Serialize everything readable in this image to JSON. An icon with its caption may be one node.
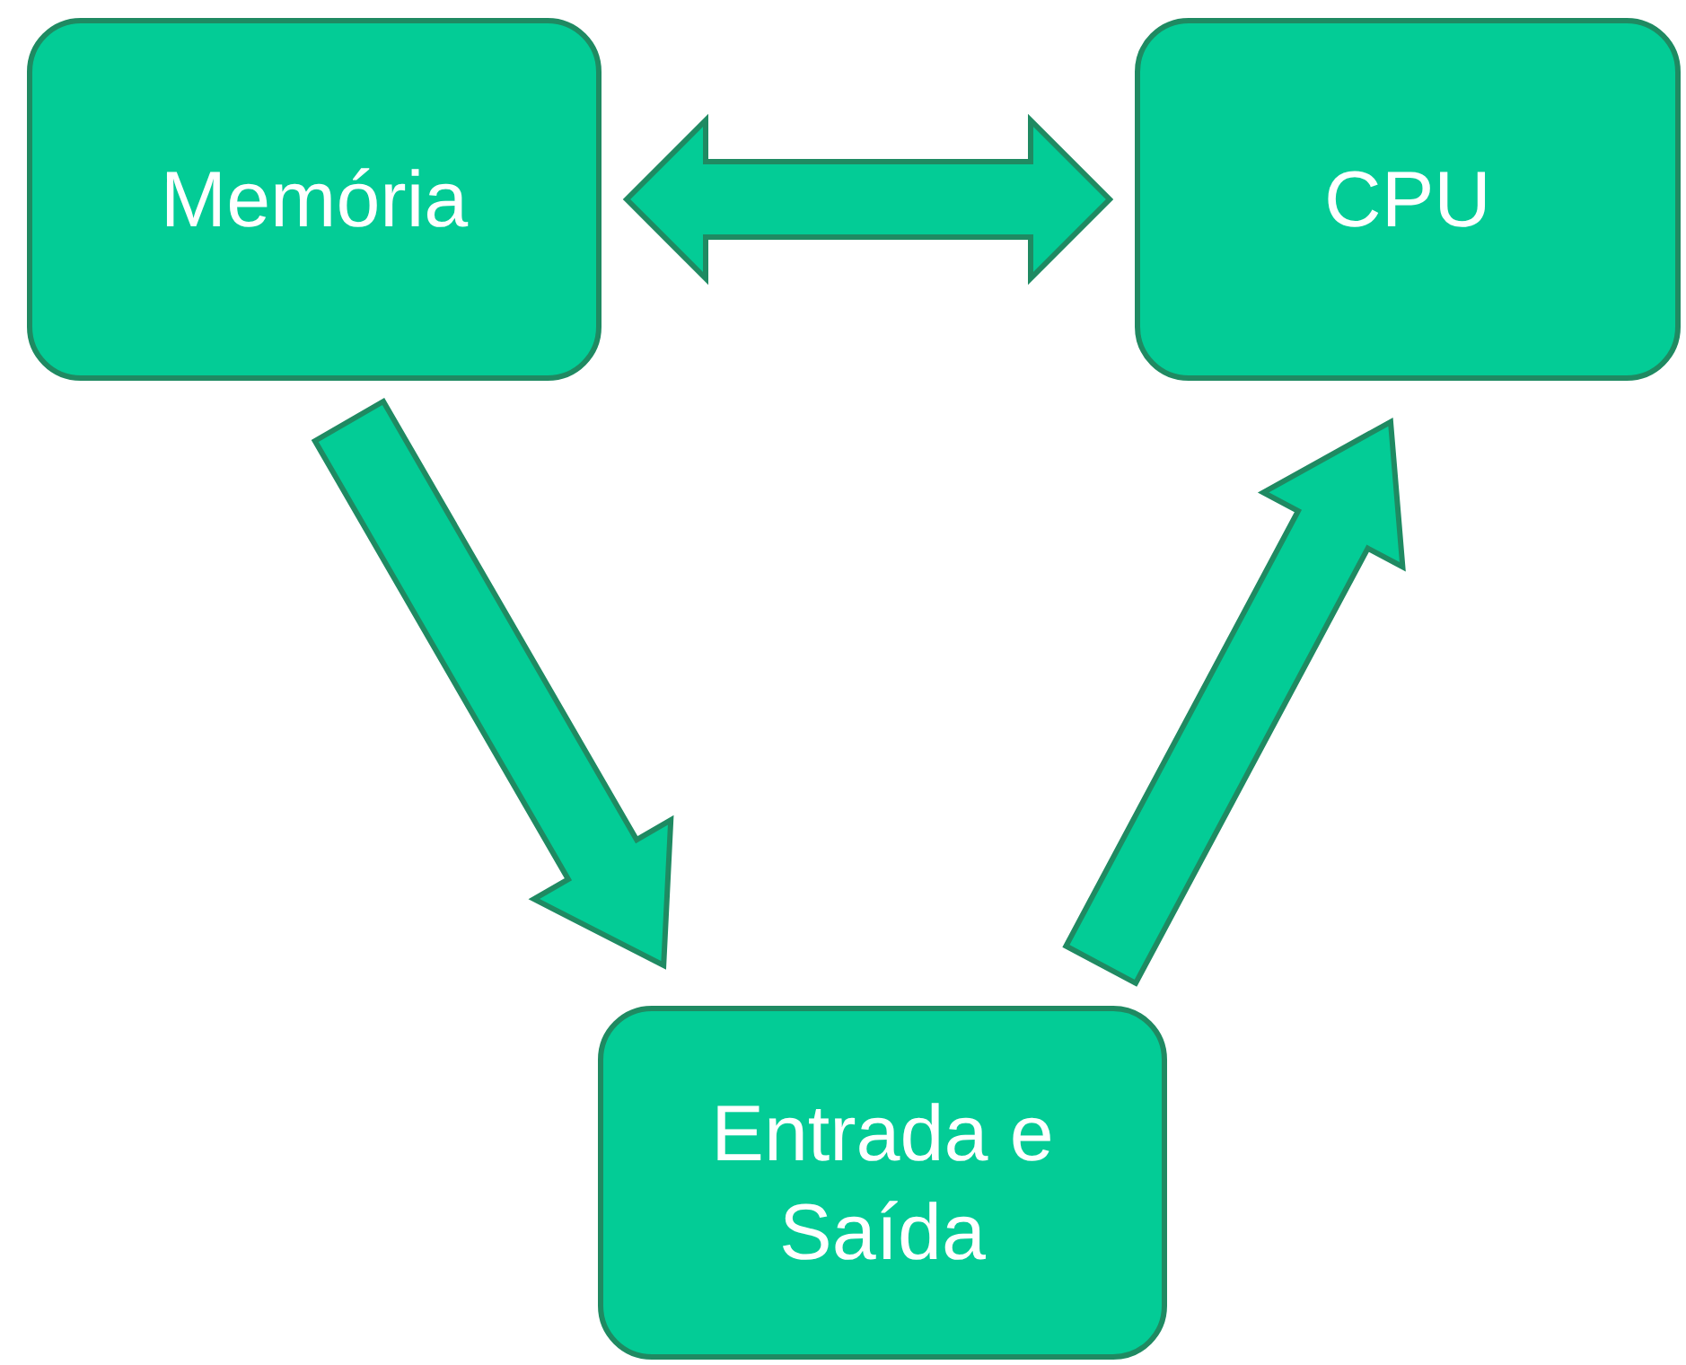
{
  "diagram": {
    "nodes": [
      {
        "text": [
          "Memória"
        ]
      },
      {
        "text": [
          "CPU"
        ]
      },
      {
        "text": [
          "Entrada e Saída"
        ]
      }
    ],
    "edges": [
      {
        "from": 0,
        "to": 1,
        "arrow": "both"
      },
      {
        "from": 0,
        "to": 2,
        "arrow": "to"
      },
      {
        "from": 2,
        "to": 1,
        "arrow": "to"
      }
    ]
  }
}
